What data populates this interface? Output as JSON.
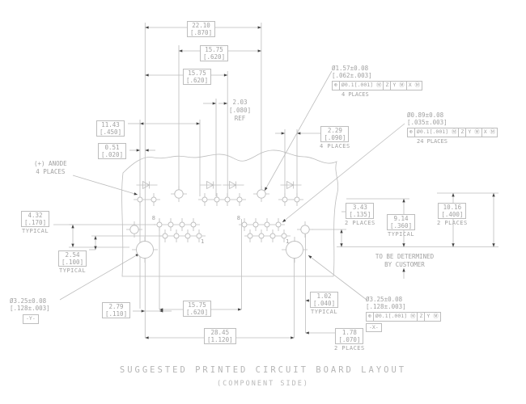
{
  "title": {
    "main": "SUGGESTED PRINTED CIRCUIT BOARD LAYOUT",
    "sub": "(COMPONENT SIDE)"
  },
  "dims": {
    "top_2210": {
      "mm": "22.10",
      "inch": "[.870]"
    },
    "top_1575_a": {
      "mm": "15.75",
      "inch": "[.620]"
    },
    "top_1575_b": {
      "mm": "15.75",
      "inch": "[.620]"
    },
    "ref_203": {
      "mm": "2.03",
      "inch": "[.080]",
      "note": "REF"
    },
    "left_1143": {
      "mm": "11.43",
      "inch": "[.450]"
    },
    "left_051": {
      "mm": "0.51",
      "inch": "[.020]"
    },
    "mid_229": {
      "mm": "2.29",
      "inch": "[.090]",
      "note": "4 PLACES"
    },
    "left_432": {
      "mm": "4.32",
      "inch": "[.170]",
      "note": "TYPICAL"
    },
    "left_254": {
      "mm": "2.54",
      "inch": "[.100]",
      "note": "TYPICAL"
    },
    "bot_279": {
      "mm": "2.79",
      "inch": "[.110]"
    },
    "bot_1575": {
      "mm": "15.75",
      "inch": "[.620]"
    },
    "bot_2845": {
      "mm": "28.45",
      "inch": "[1.120]"
    },
    "bot_102": {
      "mm": "1.02",
      "inch": "[.040]",
      "note": "TYPICAL"
    },
    "bot_178": {
      "mm": "1.78",
      "inch": "[.070]",
      "note": "2 PLACES"
    },
    "right_343": {
      "mm": "3.43",
      "inch": "[.135]",
      "note": "2 PLACES"
    },
    "right_914": {
      "mm": "9.14",
      "inch": "[.360]",
      "note": "TYPICAL"
    },
    "right_1016": {
      "mm": "10.16",
      "inch": "[.400]",
      "note": "2 PLACES"
    }
  },
  "callouts": {
    "anode": {
      "line1": "(+) ANODE",
      "line2": "4 PLACES"
    },
    "tbd": {
      "line1": "TO BE DETERMINED",
      "line2": "BY CUSTOMER"
    },
    "hole_157": {
      "size": "Ø1.57±0.08",
      "inch": "[.062±.003]",
      "fcf": [
        "⊕",
        "Ø0.1[.001] Ⓜ",
        "Z",
        "Y Ⓜ",
        "X Ⓜ"
      ],
      "places": "4 PLACES"
    },
    "hole_089": {
      "size": "Ø0.89±0.08",
      "inch": "[.035±.003]",
      "fcf": [
        "⊕",
        "Ø0.1[.001] Ⓜ",
        "Z",
        "Y Ⓜ",
        "X Ⓜ"
      ],
      "places": "24 PLACES"
    },
    "hole_325_y": {
      "size": "Ø3.25±0.08",
      "inch": "[.128±.003]",
      "datum": "-Y-"
    },
    "hole_325_x": {
      "size": "Ø3.25±0.08",
      "inch": "[.128±.003]",
      "fcf": [
        "⊕",
        "Ø0.1[.001] Ⓜ",
        "Z",
        "Y Ⓜ"
      ],
      "datum": "-X-"
    }
  },
  "pins": {
    "left_8": "8",
    "left_1": "1",
    "right_8": "8",
    "right_1": "1"
  },
  "colors": {
    "line": "#bdbdbd",
    "text": "#a1a1a1",
    "arrow": "#424242"
  }
}
